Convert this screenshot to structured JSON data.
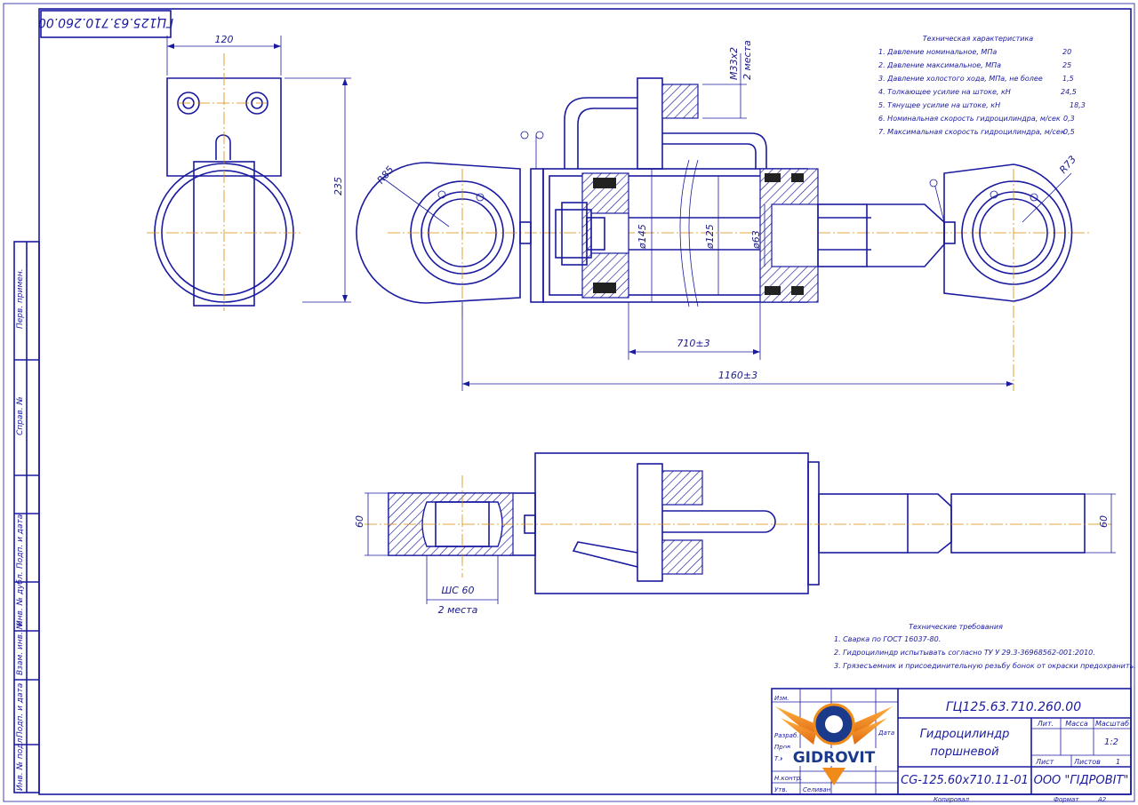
{
  "stamp_top": "ГЦ125.63.710.260.00",
  "dims": {
    "w120": "120",
    "h235": "235",
    "r85": "R85",
    "r73": "R73",
    "thread": "M33x2",
    "thread_note": "2 места",
    "d145": "ø145",
    "d125": "ø125",
    "d63": "ø63",
    "stroke": "710±3",
    "length": "1160±3",
    "h60a": "60",
    "h60b": "60",
    "bearing": "ШС 60",
    "bearing_note": "2 места"
  },
  "tech_char": {
    "title": "Техническая характеристика",
    "rows": [
      {
        "label": "1. Давление номинальное, МПа",
        "value": "20"
      },
      {
        "label": "2. Давление максимальное, МПа",
        "value": "25"
      },
      {
        "label": "3. Давление холостого хода, МПа, не более",
        "value": "1,5"
      },
      {
        "label": "4. Толкающее усилие на штоке, кН",
        "value": "24,5"
      },
      {
        "label": "5. Тянущее усилие на штоке, кН",
        "value": "18,3"
      },
      {
        "label": "6. Номинальная скорость гидроцилиндра, м/сек",
        "value": "0,3"
      },
      {
        "label": "7. Максимальная скорость гидроцилиндра, м/сек",
        "value": "0,5"
      }
    ]
  },
  "tech_req": {
    "title": "Технические требования",
    "items": [
      "1. Сварка по ГОСТ 16037-80.",
      "2. Гидроцилиндр испытывать согласно ТУ У 29.3-36968562-001:2010.",
      "3. Грязесъемник и присоединительную резьбу бонок от окраски предохранить."
    ]
  },
  "side_labels": [
    "Перв. примен.",
    "Справ. №",
    "Подп. и дата",
    "Инв. № дубл.",
    "Взам. инв. №",
    "Подп. и дата",
    "Инв. № подл."
  ],
  "title_block": {
    "designation": "ГЦ125.63.710.260.00",
    "name_line1": "Гидроцилиндр",
    "name_line2": "поршневой",
    "model": "CG-125.60x710.11-01",
    "company": "ООО \"ГІДРОВІТ\"",
    "col_lit": "Лит.",
    "col_mass": "Масса",
    "col_scale": "Масштаб",
    "scale": "1:2",
    "sheet": "Лист",
    "sheets": "Листов",
    "sheets_n": "1",
    "roles": [
      "Изм.",
      "Разраб.",
      "Пров.",
      "Т.контр.",
      "Н.контр.",
      "Утв."
    ],
    "role_date": "Дата",
    "surname": "Селиван",
    "copied": "Копировал",
    "format": "Формат",
    "format_val": "A2",
    "logo_text": "GIDROVIT"
  },
  "colors": {
    "line": "#1a1aa0",
    "axis": "#d88a00",
    "logo_orange": "#f08a18",
    "logo_blue": "#1b3a8c"
  }
}
